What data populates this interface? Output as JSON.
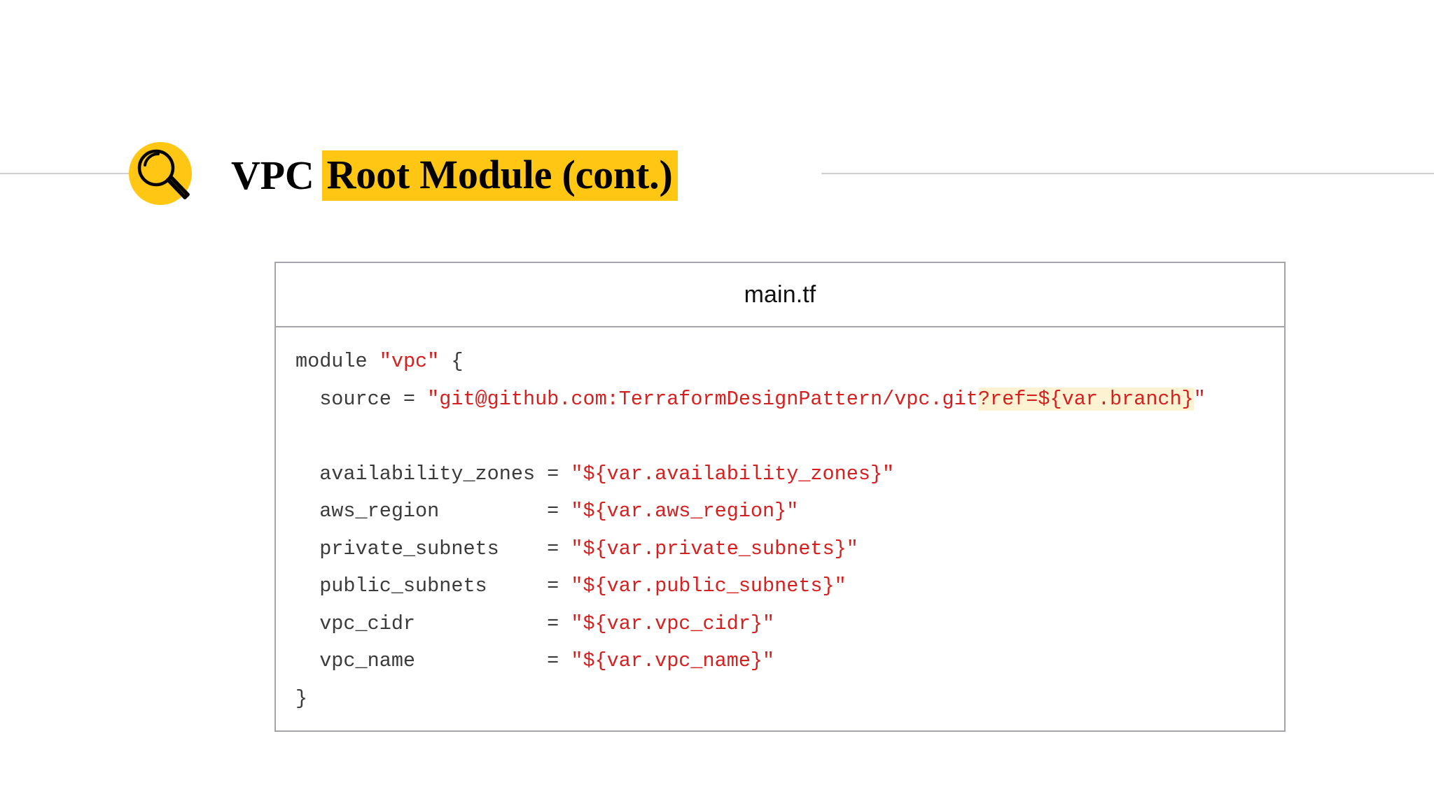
{
  "slide": {
    "title": {
      "plain": "VPC",
      "highlighted": "Root Module (cont.)",
      "highlight_color": "#FFC713"
    },
    "icon": {
      "name": "magnifying-glass-icon",
      "badge_color": "#FFC713",
      "stroke_color": "#000000"
    },
    "divider_color": "#cfcfd3"
  },
  "code_card": {
    "filename": "main.tf",
    "border_color": "#a6a4aa",
    "code_color": "#3b3b3b",
    "string_color": "#d62020",
    "highlight_color": "#FDF3D3",
    "lines": [
      {
        "id": "line-module-open",
        "segments": [
          {
            "text": "module ",
            "type": "code"
          },
          {
            "text": "\"vpc\"",
            "type": "string"
          },
          {
            "text": " {",
            "type": "code"
          }
        ]
      },
      {
        "id": "line-source",
        "segments": [
          {
            "text": "  source = ",
            "type": "code"
          },
          {
            "text": "\"git@github.com:TerraformDesignPattern/vpc.git",
            "type": "string"
          },
          {
            "text": "?ref=${var.branch}",
            "type": "string-highlight"
          },
          {
            "text": "\"",
            "type": "string"
          }
        ]
      },
      {
        "id": "line-blank-1",
        "segments": [
          {
            "text": " ",
            "type": "blank"
          }
        ]
      },
      {
        "id": "line-availability-zones",
        "segments": [
          {
            "text": "  availability_zones = ",
            "type": "code"
          },
          {
            "text": "\"${var.availability_zones}\"",
            "type": "string"
          }
        ]
      },
      {
        "id": "line-aws-region",
        "segments": [
          {
            "text": "  aws_region         = ",
            "type": "code"
          },
          {
            "text": "\"${var.aws_region}\"",
            "type": "string"
          }
        ]
      },
      {
        "id": "line-private-subnets",
        "segments": [
          {
            "text": "  private_subnets    = ",
            "type": "code"
          },
          {
            "text": "\"${var.private_subnets}\"",
            "type": "string"
          }
        ]
      },
      {
        "id": "line-public-subnets",
        "segments": [
          {
            "text": "  public_subnets     = ",
            "type": "code"
          },
          {
            "text": "\"${var.public_subnets}\"",
            "type": "string"
          }
        ]
      },
      {
        "id": "line-vpc-cidr",
        "segments": [
          {
            "text": "  vpc_cidr           = ",
            "type": "code"
          },
          {
            "text": "\"${var.vpc_cidr}\"",
            "type": "string"
          }
        ]
      },
      {
        "id": "line-vpc-name",
        "segments": [
          {
            "text": "  vpc_name           = ",
            "type": "code"
          },
          {
            "text": "\"${var.vpc_name}\"",
            "type": "string"
          }
        ]
      },
      {
        "id": "line-module-close",
        "segments": [
          {
            "text": "}",
            "type": "code"
          }
        ]
      }
    ]
  }
}
